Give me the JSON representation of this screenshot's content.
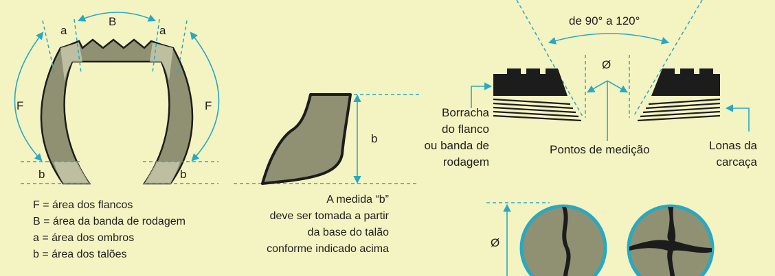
{
  "tire_section": {
    "label_B": "B",
    "label_a_left": "a",
    "label_a_right": "a",
    "label_F_left": "F",
    "label_F_right": "F",
    "label_b_left": "b",
    "label_b_right": "b",
    "legend": [
      "F = área dos flancos",
      "B = área da banda de rodagem",
      "a = área dos ombros",
      "b = área dos talões"
    ]
  },
  "bead_detail": {
    "label_b": "b",
    "caption": [
      "A medida “b”",
      "deve ser tomada a partir",
      "da base do talão",
      "conforme indicado acima"
    ]
  },
  "cut_detail": {
    "angle_label": "de 90° a 120°",
    "diameter_symbol": "Ø",
    "left_label": [
      "Borracha",
      "do flanco",
      "ou banda de",
      "rodagem"
    ],
    "center_label": "Pontos de medição",
    "right_label": [
      "Lonas da",
      "carcaça"
    ]
  },
  "damage_detail": {
    "diameter_symbol": "Ø"
  },
  "colors": {
    "background": "#f4f3c2",
    "accent": "#27a9c2",
    "tire_fill": "#8f9172",
    "highlight_fill": "#c5c7a8",
    "rubber": "#1c1c1c"
  }
}
